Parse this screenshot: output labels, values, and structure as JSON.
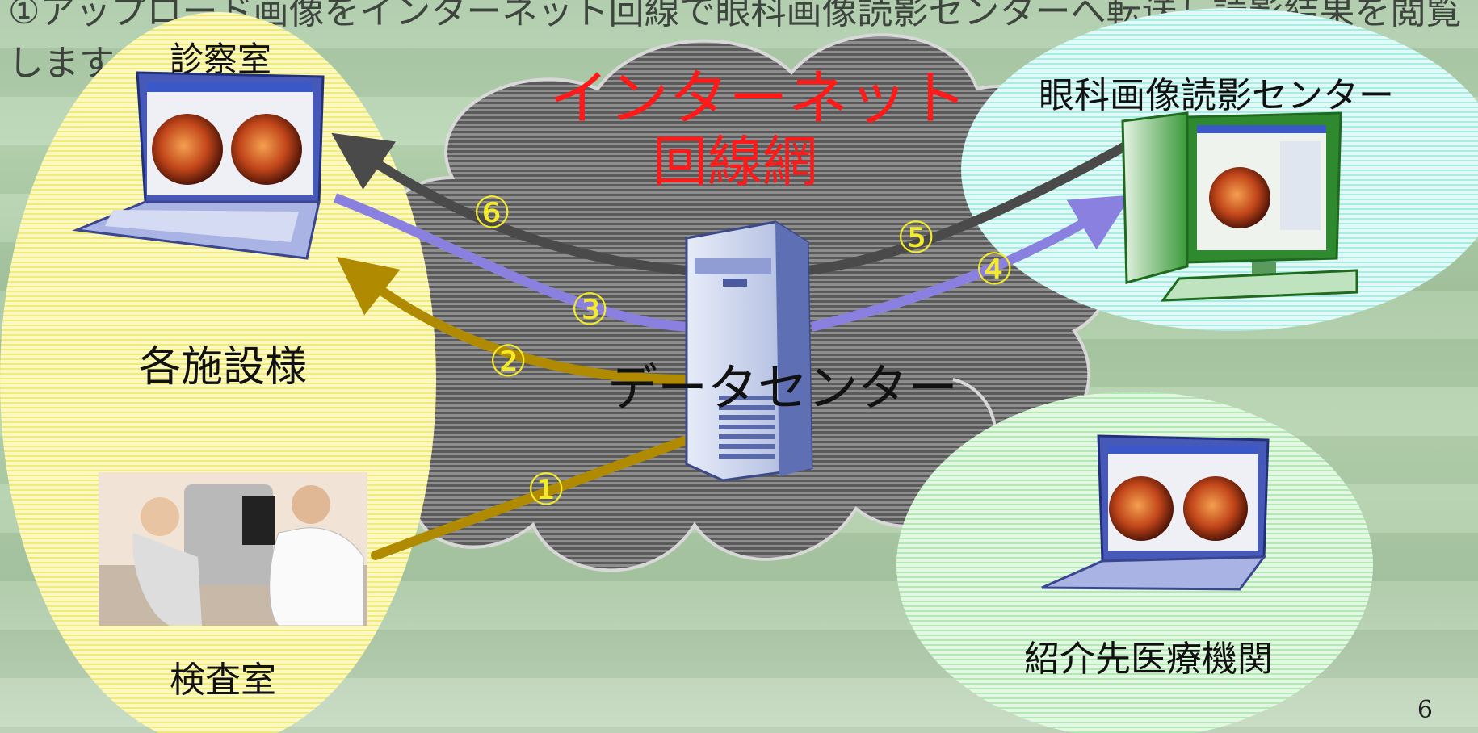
{
  "top_caption": "①アップロード画像をインターネット回線で眼科画像読影センターへ転送し読影結果を閲覧します",
  "cloud": {
    "title_line1": "インターネット",
    "title_line2": "回線網",
    "title_color": "#ff1a1a"
  },
  "data_center": {
    "label": "データセンター"
  },
  "facility": {
    "label": "各施設様",
    "consult_room": "診察室",
    "exam_room": "検査室",
    "color": "#f7f4a0"
  },
  "reading_center": {
    "label": "眼科画像読影センター",
    "color": "#c9f3ee"
  },
  "referral": {
    "label": "紹介先医療機関",
    "color": "#cdf0cd"
  },
  "steps": [
    "①",
    "②",
    "③",
    "④",
    "⑤",
    "⑥"
  ],
  "arrow_colors": {
    "upload": "#b08a00",
    "view": "#8a80e0",
    "result": "#4a4a4a"
  },
  "page_number": "6"
}
